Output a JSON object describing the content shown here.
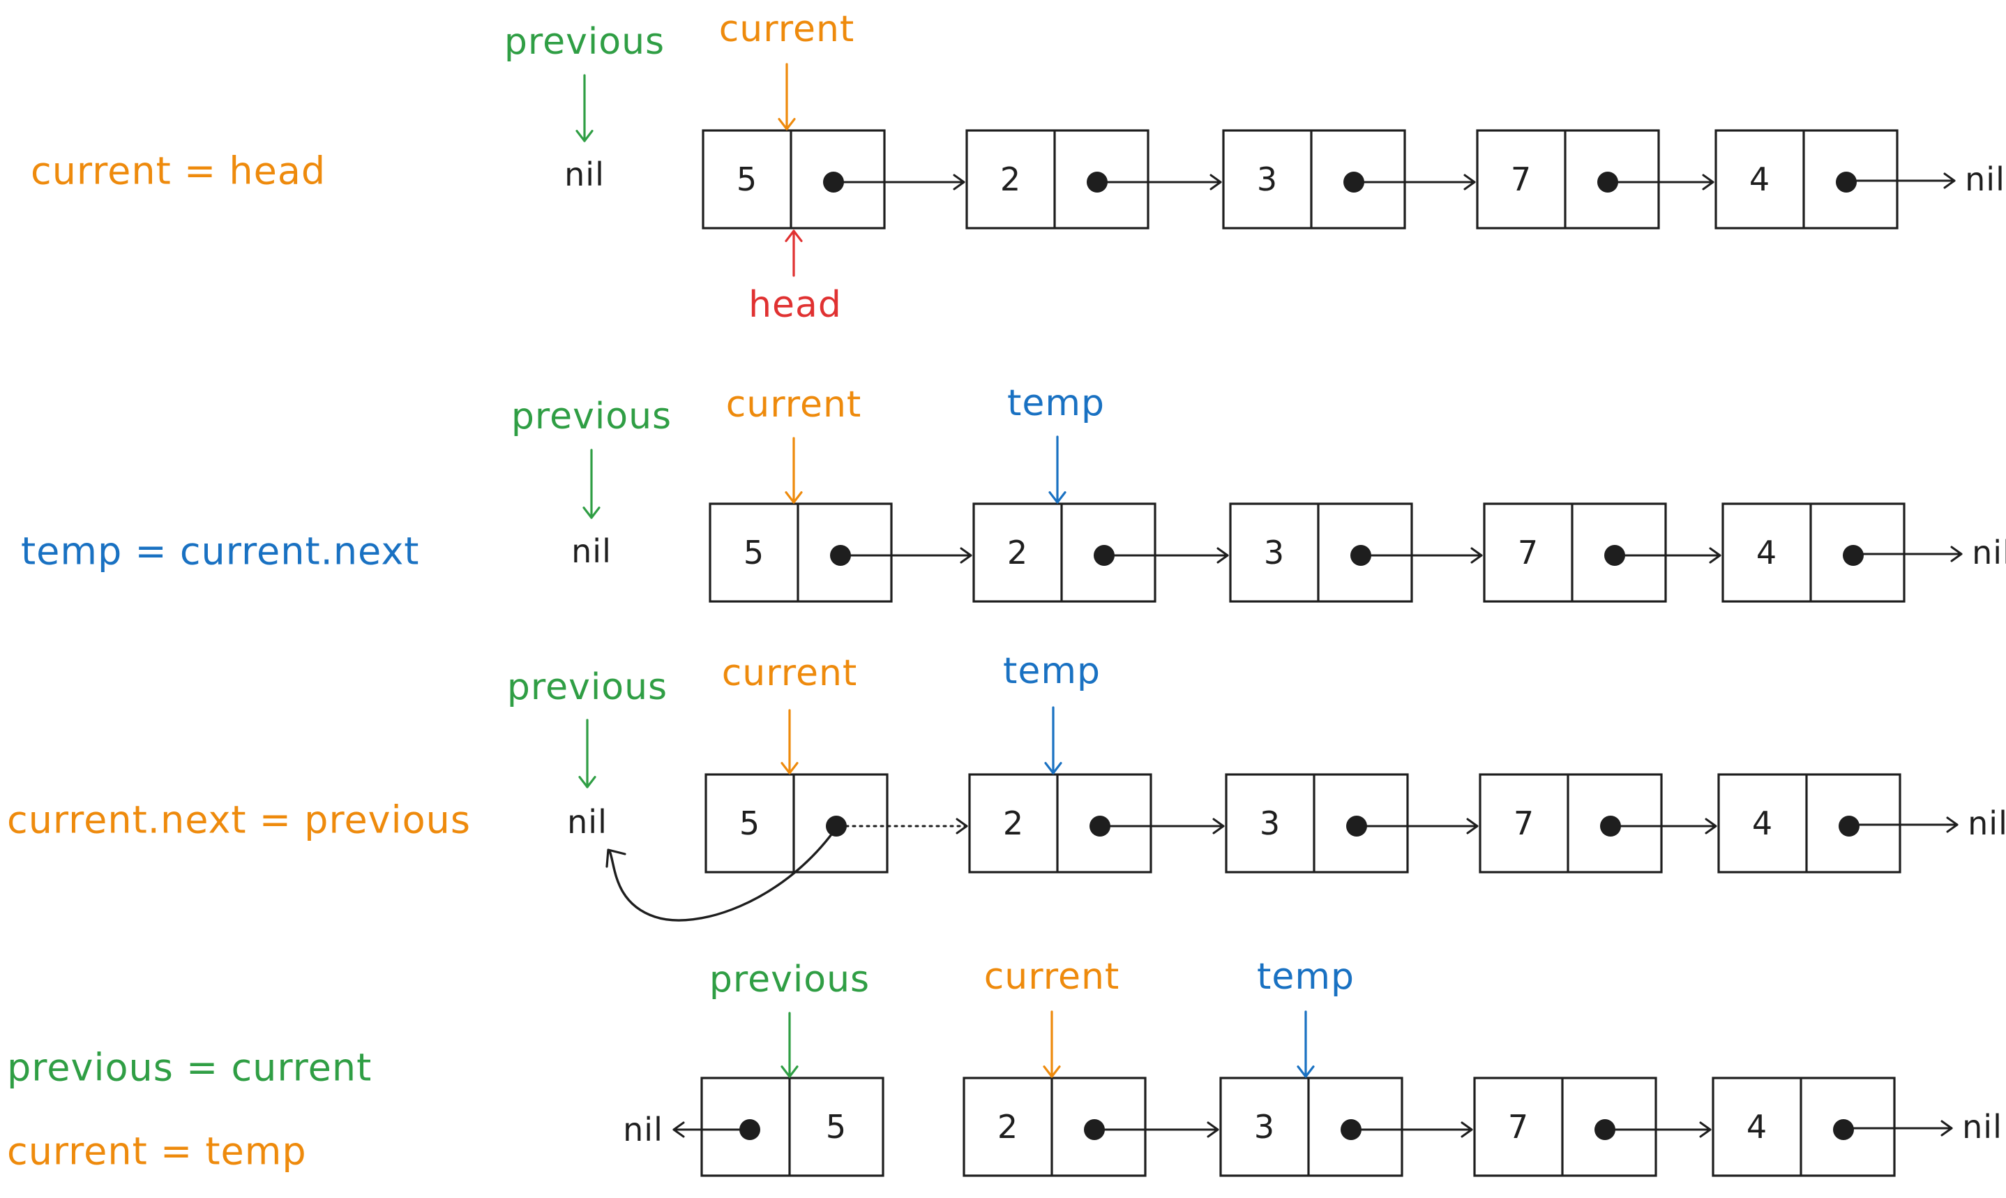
{
  "colors": {
    "orange": "#ee8a0c",
    "green": "#2f9e44",
    "blue": "#1971c2",
    "red": "#e03131",
    "ink": "#1e1e1e"
  },
  "nil": "nil",
  "rows": [
    {
      "statements": [
        {
          "text": "current = head",
          "color": "orange"
        }
      ],
      "reversed_nodes": [],
      "nodes": [
        "5",
        "2",
        "3",
        "7",
        "4"
      ],
      "pointers": {
        "previous": "previous",
        "current": "current",
        "head": "head"
      }
    },
    {
      "statements": [
        {
          "text": "temp = current.next",
          "color": "blue"
        }
      ],
      "reversed_nodes": [],
      "nodes": [
        "5",
        "2",
        "3",
        "7",
        "4"
      ],
      "pointers": {
        "previous": "previous",
        "current": "current",
        "temp": "temp"
      }
    },
    {
      "statements": [
        {
          "text": "current.next = previous",
          "color": "orange"
        }
      ],
      "reversed_nodes": [],
      "nodes": [
        "5",
        "2",
        "3",
        "7",
        "4"
      ],
      "pointers": {
        "previous": "previous",
        "current": "current",
        "temp": "temp"
      }
    },
    {
      "statements": [
        {
          "text": "previous = current",
          "color": "green"
        },
        {
          "text": "current = temp",
          "color": "orange"
        }
      ],
      "reversed_nodes": [
        "5"
      ],
      "nodes": [
        "2",
        "3",
        "7",
        "4"
      ],
      "pointers": {
        "previous": "previous",
        "current": "current",
        "temp": "temp"
      }
    }
  ]
}
